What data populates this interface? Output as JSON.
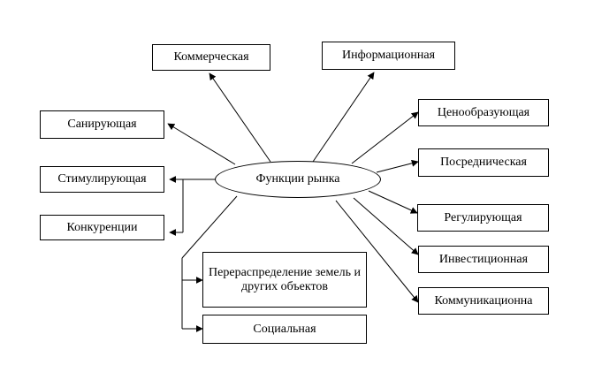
{
  "diagram": {
    "center": "Функции рынка",
    "functions": {
      "commercial": "Коммерческая",
      "informational": "Информационная",
      "sanitizing": "Санирующая",
      "stimulating": "Стимулирующая",
      "competition": "Конкуренции",
      "price_forming": "Ценообразующая",
      "intermediary": "Посредническая",
      "regulating": "Регулирующая",
      "investment": "Инвестиционная",
      "communication": "Коммуникационна",
      "redistribution": "Перераспределение земель и других объектов",
      "social": "Социальная"
    },
    "colors": {
      "line": "#000000",
      "background": "#ffffff"
    }
  }
}
